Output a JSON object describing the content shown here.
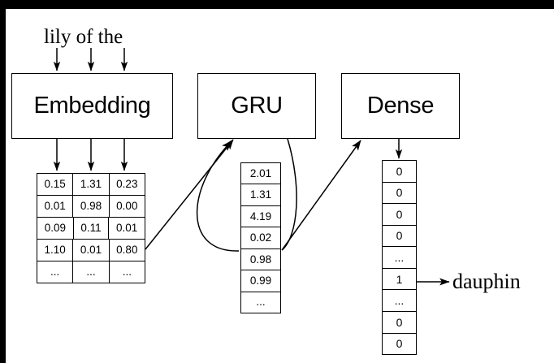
{
  "diagram": {
    "title_text": "lily of the",
    "output_text": "dauphin",
    "layers": [
      {
        "name": "embedding",
        "label": "Embedding"
      },
      {
        "name": "gru",
        "label": "GRU"
      },
      {
        "name": "dense",
        "label": "Dense"
      }
    ],
    "embedding_matrix": {
      "rows": [
        [
          "0.15",
          "1.31",
          "0.23"
        ],
        [
          "0.01",
          "0.98",
          "0.00"
        ],
        [
          "0.09",
          "0.11",
          "0.01"
        ],
        [
          "1.10",
          "0.01",
          "0.80"
        ],
        [
          "...",
          "...",
          "..."
        ]
      ]
    },
    "gru_vector": {
      "values": [
        "2.01",
        "1.31",
        "4.19",
        "0.02",
        "0.98",
        "0.99",
        "..."
      ]
    },
    "dense_vector": {
      "values": [
        "0",
        "0",
        "0",
        "0",
        "...",
        "1",
        "...",
        "0",
        "0"
      ]
    },
    "colors": {
      "stroke": "#000000",
      "fill": "#ffffff",
      "frame": "#000000"
    }
  }
}
